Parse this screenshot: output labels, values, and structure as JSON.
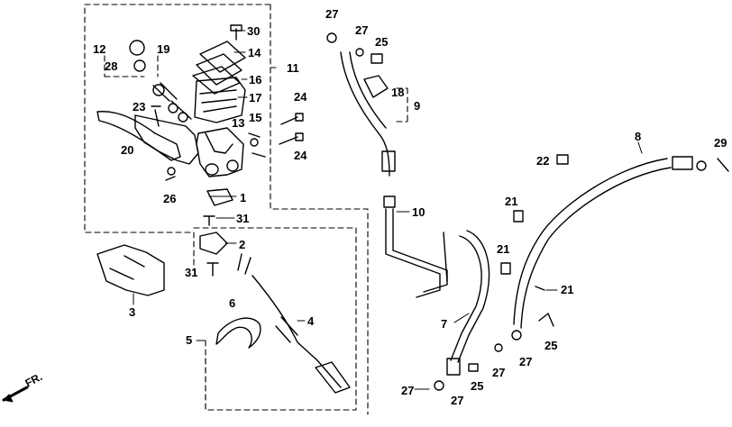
{
  "diagram": {
    "parts": [
      {
        "id": "n30",
        "text": "30"
      },
      {
        "id": "n14",
        "text": "14"
      },
      {
        "id": "n12",
        "text": "12"
      },
      {
        "id": "n19",
        "text": "19"
      },
      {
        "id": "n28",
        "text": "28"
      },
      {
        "id": "n16",
        "text": "16"
      },
      {
        "id": "n11",
        "text": "11"
      },
      {
        "id": "n17",
        "text": "17"
      },
      {
        "id": "n23",
        "text": "23"
      },
      {
        "id": "n13",
        "text": "13"
      },
      {
        "id": "n15",
        "text": "15"
      },
      {
        "id": "n20",
        "text": "20"
      },
      {
        "id": "n26",
        "text": "26"
      },
      {
        "id": "n1",
        "text": "1"
      },
      {
        "id": "n31a",
        "text": "31"
      },
      {
        "id": "n2",
        "text": "2"
      },
      {
        "id": "n31b",
        "text": "31"
      },
      {
        "id": "n3",
        "text": "3"
      },
      {
        "id": "n6",
        "text": "6"
      },
      {
        "id": "n5",
        "text": "5"
      },
      {
        "id": "n4",
        "text": "4"
      },
      {
        "id": "n27a",
        "text": "27"
      },
      {
        "id": "n27b",
        "text": "27"
      },
      {
        "id": "n25a",
        "text": "25"
      },
      {
        "id": "n18",
        "text": "18"
      },
      {
        "id": "n9",
        "text": "9"
      },
      {
        "id": "n24a",
        "text": "24"
      },
      {
        "id": "n24b",
        "text": "24"
      },
      {
        "id": "n10",
        "text": "10"
      },
      {
        "id": "n7",
        "text": "7"
      },
      {
        "id": "n27c",
        "text": "27"
      },
      {
        "id": "n27d",
        "text": "27"
      },
      {
        "id": "n25b",
        "text": "25"
      },
      {
        "id": "n8",
        "text": "8"
      },
      {
        "id": "n22",
        "text": "22"
      },
      {
        "id": "n29",
        "text": "29"
      },
      {
        "id": "n21a",
        "text": "21"
      },
      {
        "id": "n21b",
        "text": "21"
      },
      {
        "id": "n21c",
        "text": "21"
      },
      {
        "id": "n25c",
        "text": "25"
      },
      {
        "id": "n27e",
        "text": "27"
      },
      {
        "id": "n27f",
        "text": "27"
      }
    ],
    "direction_label": "FR."
  }
}
